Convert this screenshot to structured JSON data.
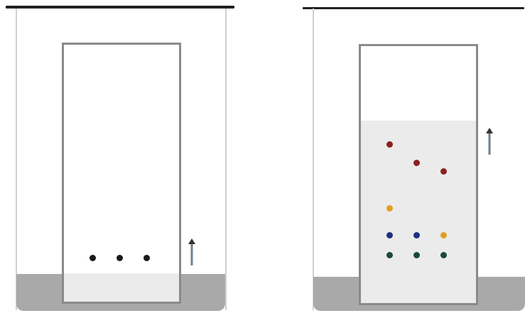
{
  "colors": {
    "rim": "#222222",
    "jar_wall": "#d0d0d0",
    "solvent": "#a9a9a9",
    "plate_border": "#8a8a8a",
    "wet_region": "#ebebeb",
    "arrow": "#6e7f8f"
  },
  "panels": [
    {
      "name": "before",
      "solvent_front_fraction": 0.11,
      "spots": [
        {
          "row": "origin",
          "col": 1,
          "color": "#1a1a1a"
        },
        {
          "row": "origin",
          "col": 2,
          "color": "#1a1a1a"
        },
        {
          "row": "origin",
          "col": 3,
          "color": "#1a1a1a"
        }
      ]
    },
    {
      "name": "after",
      "solvent_front_fraction": 0.71,
      "spots": [
        {
          "row": "r1",
          "col": 1,
          "color": "#8b2020"
        },
        {
          "row": "r2",
          "col": 2,
          "color": "#8b2020"
        },
        {
          "row": "r2b",
          "col": 3,
          "color": "#8b2020"
        },
        {
          "row": "r3",
          "col": 1,
          "color": "#e0a020"
        },
        {
          "row": "r4",
          "col": 1,
          "color": "#1f2f80"
        },
        {
          "row": "r4",
          "col": 2,
          "color": "#1f2f80"
        },
        {
          "row": "r4",
          "col": 3,
          "color": "#e0a020"
        },
        {
          "row": "r5",
          "col": 1,
          "color": "#1a4a3a"
        },
        {
          "row": "r5",
          "col": 2,
          "color": "#1a4a3a"
        },
        {
          "row": "r5",
          "col": 3,
          "color": "#1a4a3a"
        }
      ]
    }
  ]
}
